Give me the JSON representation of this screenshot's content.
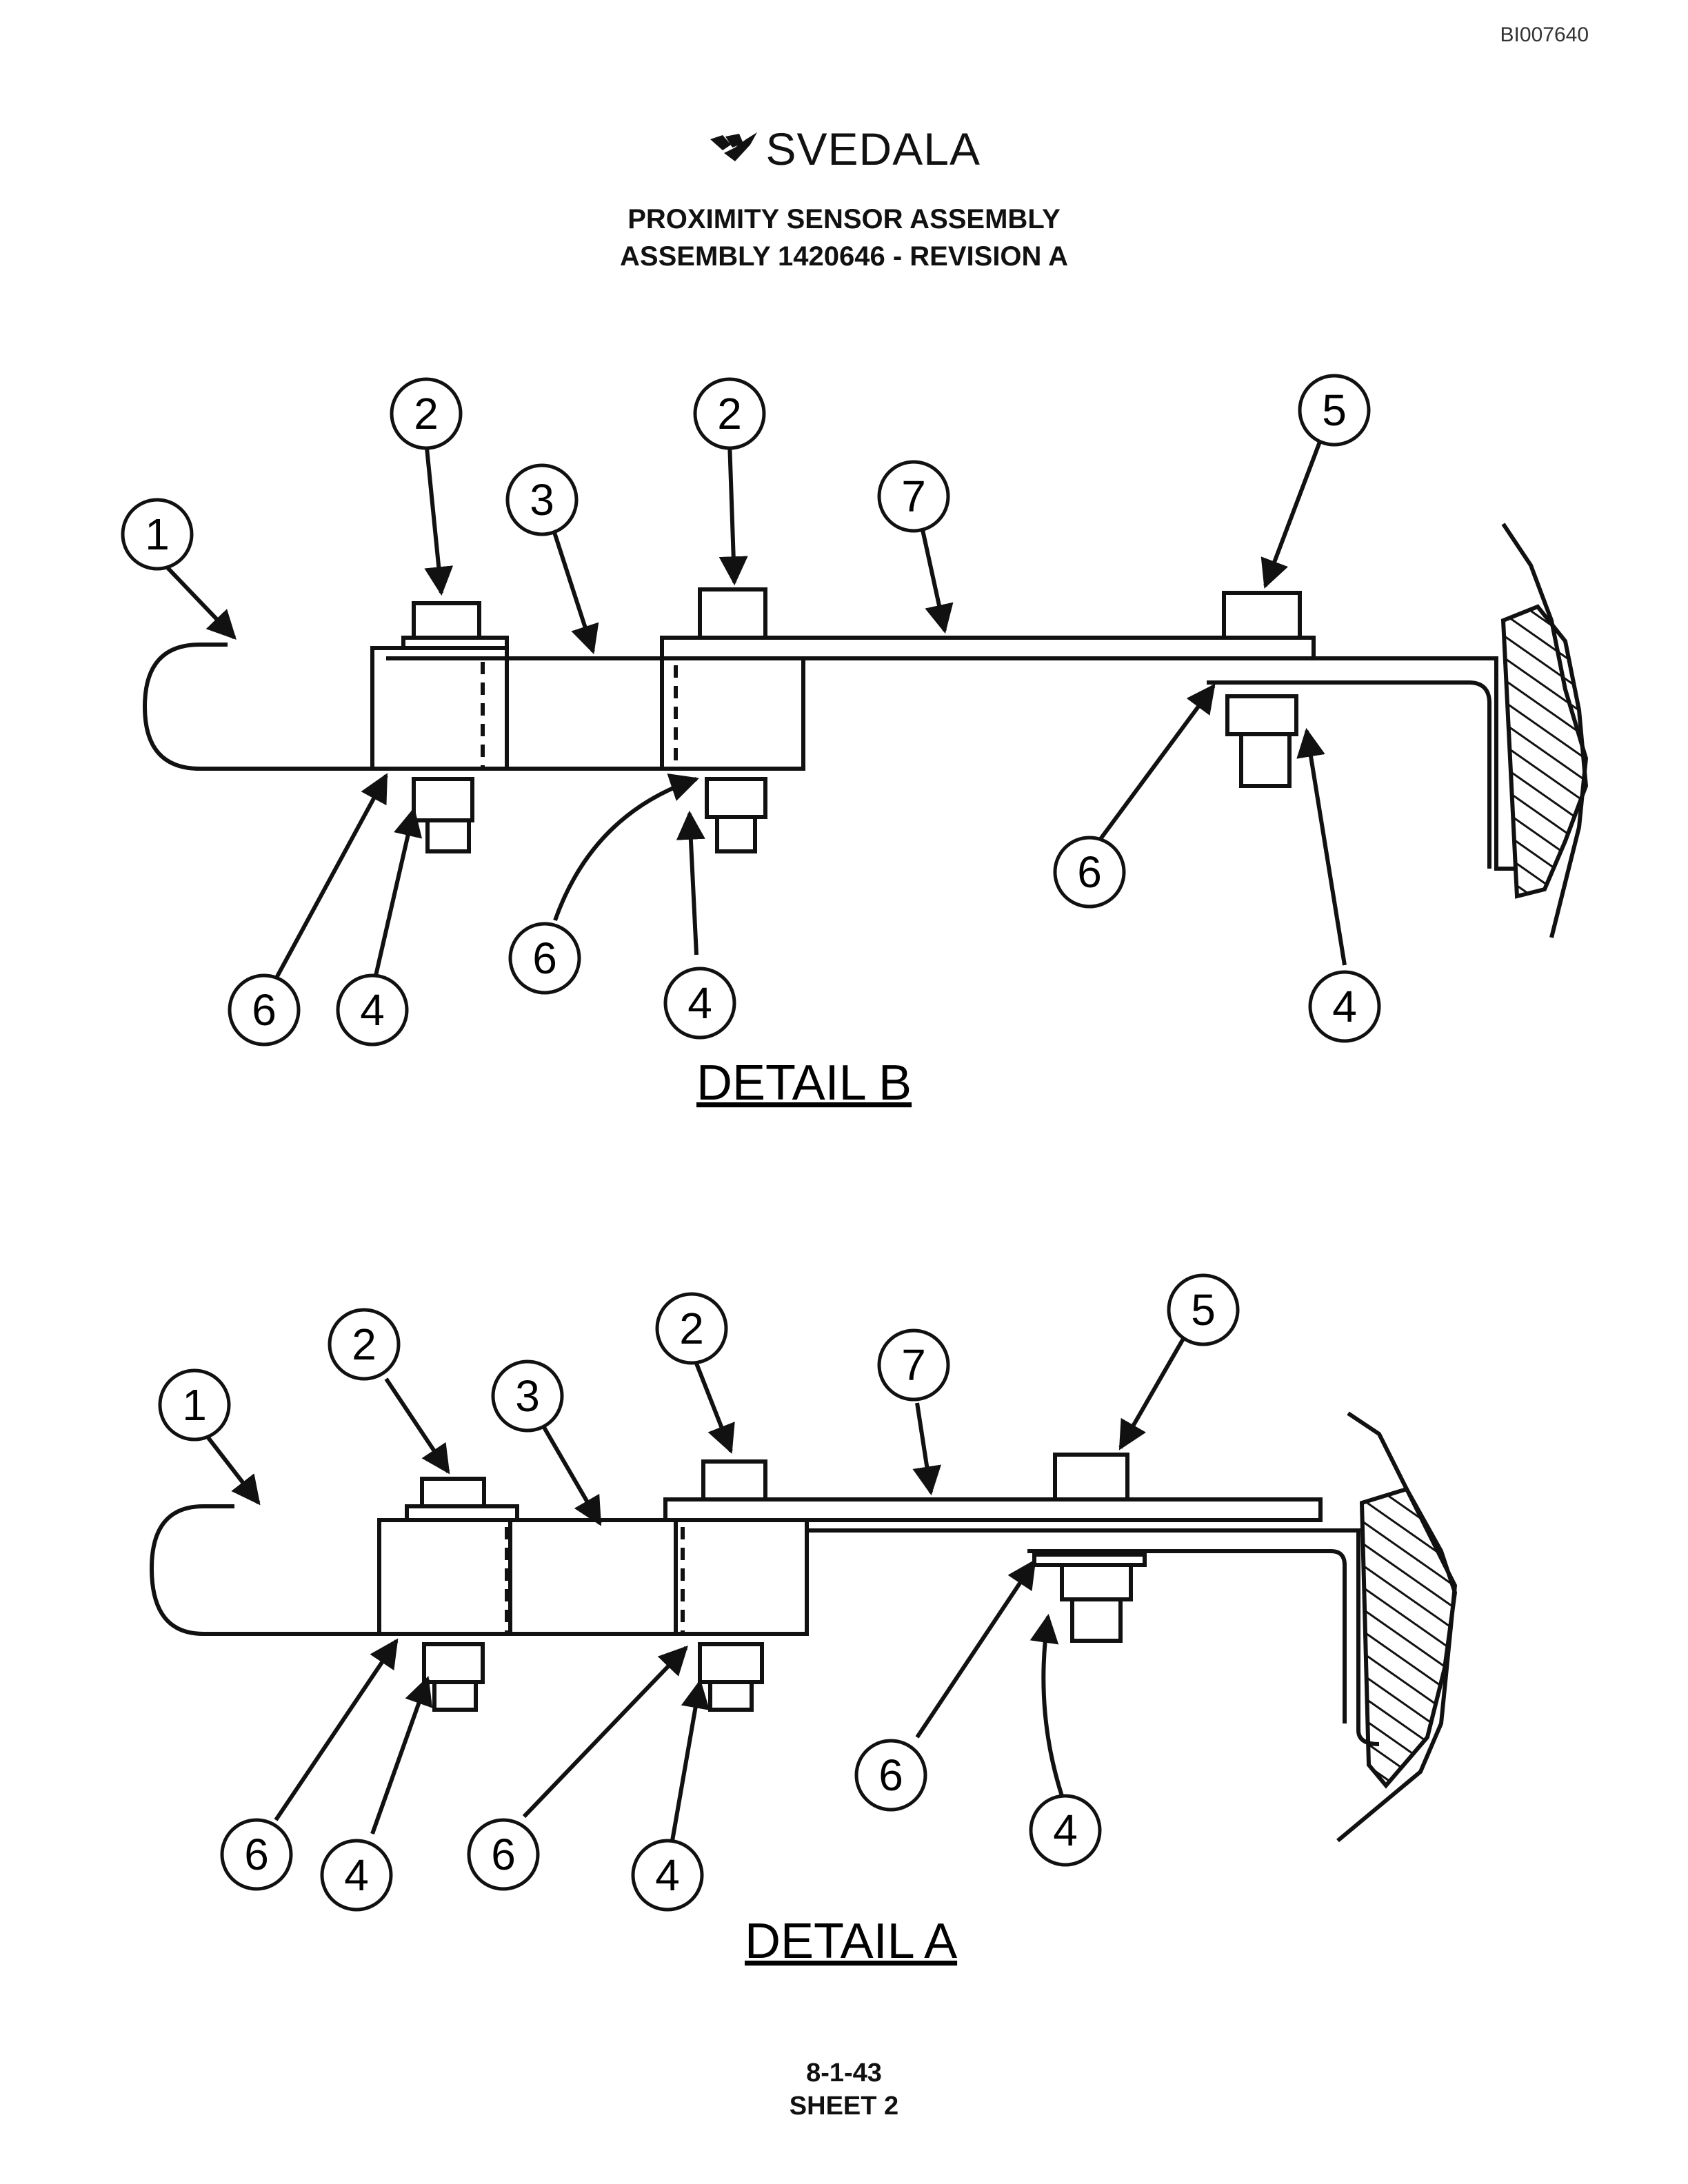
{
  "document_id": "BI007640",
  "brand": {
    "name": "SVEDALA",
    "icon": "svedala-logo-icon"
  },
  "title": {
    "line1": "PROXIMITY SENSOR ASSEMBLY",
    "line2": "ASSEMBLY 1420646 - REVISION A"
  },
  "details": [
    {
      "caption": "DETAIL B",
      "callouts": [
        "1",
        "2",
        "2",
        "3",
        "7",
        "5",
        "6",
        "4",
        "6",
        "4",
        "6",
        "4"
      ]
    },
    {
      "caption": "DETAIL A",
      "callouts": [
        "1",
        "2",
        "2",
        "3",
        "7",
        "5",
        "6",
        "4",
        "6",
        "4",
        "6",
        "4"
      ]
    }
  ],
  "footer": {
    "page": "8-1-43",
    "sheet": "SHEET 2"
  }
}
